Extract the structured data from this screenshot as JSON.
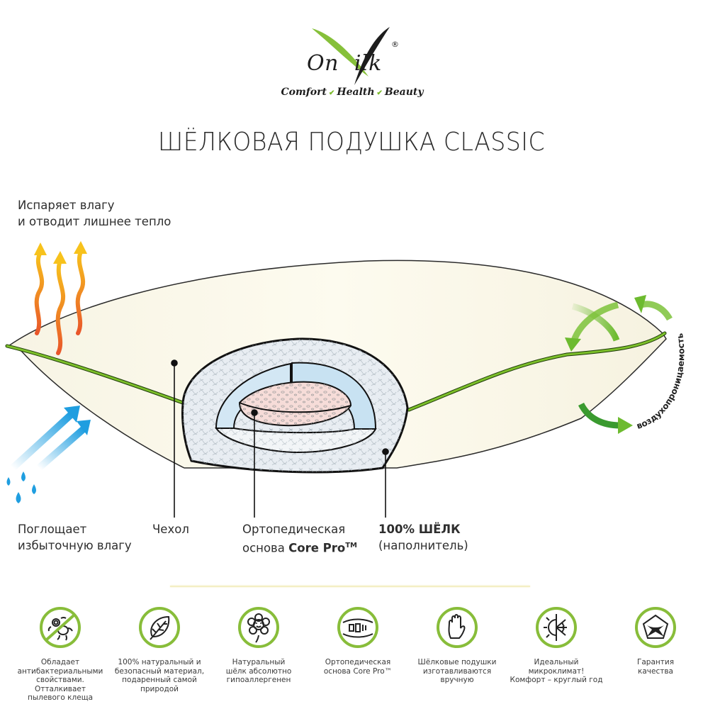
{
  "brand": {
    "name_part1": "On",
    "name_part2": "ilk",
    "registered": "®",
    "tagline": [
      "Comfort",
      "Health",
      "Beauty"
    ],
    "accent_color": "#7cbb2c"
  },
  "title": "ШЁЛКОВАЯ ПОДУШКА CLASSIC",
  "diagram": {
    "top_left_label": [
      "Испаряет влагу",
      "и отводит  лишнее тепло"
    ],
    "bottom_left_label": [
      "Поглощает",
      "избыточную влагу"
    ],
    "cover_label": "Чехол",
    "core_label": {
      "line1": "Ортопедическая",
      "line2_prefix": "основа ",
      "line2_bold": "Core Pro",
      "trademark": "TM"
    },
    "filler_label": {
      "bold": "100% ШЁЛК",
      "sub": "(наполнитель)"
    },
    "breathability_label": "воздухопроницаемость",
    "colors": {
      "pillow": "#fbf8ea",
      "piping": "#7cbf2a",
      "heat_arrow_top": "#f7c21c",
      "heat_arrow_bottom": "#e9562a",
      "moisture": "#1f9ee0",
      "air_arrow": "#6dbb2f",
      "silk_layer": "#cfe6f4",
      "core": "#f4d4d0"
    }
  },
  "features": [
    {
      "icon": "no-mite-icon",
      "text": "Обладает\nантибактериальными\nсвойствами. Отталкивает\nпылевого клеща"
    },
    {
      "icon": "leaf-icon",
      "text": "100% натуральный и\nбезопасный материал,\nподаренный самой\nприродой"
    },
    {
      "icon": "flower-icon",
      "text": "Натуральный\nшёлк абсолютно\nгипоаллергенен"
    },
    {
      "icon": "core-pro-icon",
      "text": "Ортопедическая\nоснова Core Pro™"
    },
    {
      "icon": "hand-icon",
      "text": "Шёлковые подушки\nизготавливаются\nвручную"
    },
    {
      "icon": "sun-snowflake-icon",
      "text": "Идеальный\nмикроклимат!\nКомфорт – круглый год"
    },
    {
      "icon": "quality-mark-icon",
      "text": "Гарантия\nкачества"
    }
  ]
}
